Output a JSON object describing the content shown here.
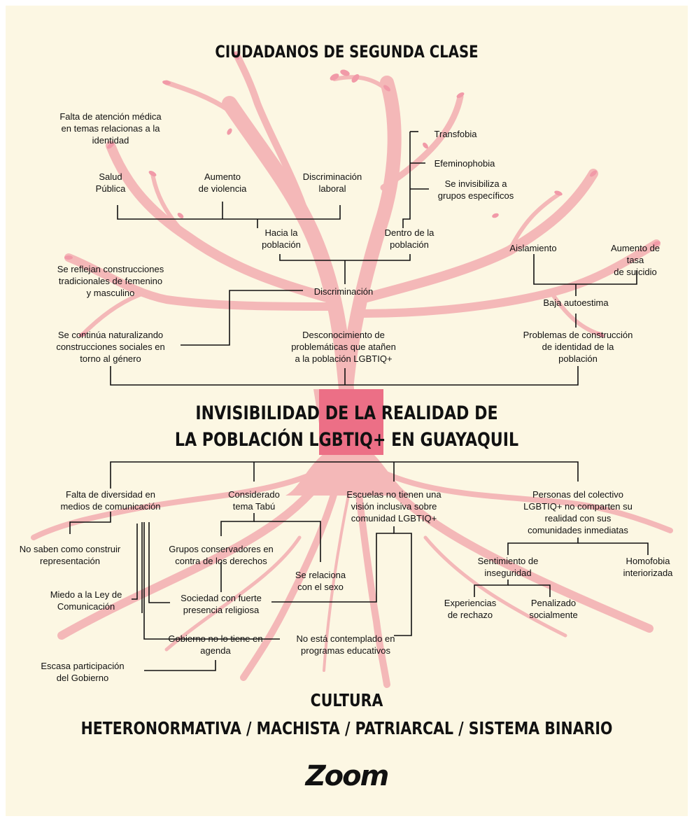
{
  "titles": {
    "top": "CIUDADANOS DE SEGUNDA CLASE",
    "middle_line1": "INVISIBILIDAD DE LA REALIDAD DE",
    "middle_line2": "LA POBLACIÓN LGBTIQ+ EN GUAYAQUIL",
    "bottom_line1": "CULTURA",
    "bottom_line2": "HETERONORMATIVA / MACHISTA / PATRIARCAL / SISTEMA BINARIO"
  },
  "logo": "Zoom",
  "colors": {
    "background": "#fcf7e3",
    "branch": "#f4b8b8",
    "trunk_core": "#ec6f86",
    "leaf": "#f19aa8",
    "line": "#111111"
  },
  "effects": {
    "falta_atencion": "Falta de atención médica\nen temas relacionas a la\nidentidad",
    "salud_publica": "Salud\nPública",
    "aumento_violencia": "Aumento\nde violencia",
    "discriminacion_laboral": "Discriminación\nlaboral",
    "transfobia": "Transfobia",
    "efeminophobia": "Efeminophobia",
    "se_invisibiliza": "Se invisibiliza a\ngrupos específicos",
    "hacia_poblacion": "Hacia la\npoblación",
    "dentro_poblacion": "Dentro de la\npoblación",
    "aislamiento": "Aislamiento",
    "aumento_suicidio": "Aumento de tasa\nde suicidio",
    "se_reflejan": "Se reflejan construcciones\ntradicionales de femenino\ny masculino",
    "discriminacion": "Discriminación",
    "baja_autoestima": "Baja autoestima",
    "se_continua": "Se continúa naturalizando\nconstrucciones sociales en\ntorno al género",
    "desconocimiento": "Desconocimiento de\nproblemáticas que atañen\na la población LGBTIQ+",
    "problemas_construccion": "Problemas de construcción\nde identidad de la\npoblación"
  },
  "causes": {
    "falta_diversidad": "Falta de diversidad en\nmedios de comunicación",
    "considerado_tabu": "Considerado\ntema Tabú",
    "escuelas": "Escuelas no tienen una\nvisión inclusiva sobre\ncomunidad LGBTIQ+",
    "personas_colectivo": "Personas del colectivo\nLGBTIQ+ no comparten su\nrealidad con sus\ncomunidades inmediatas",
    "no_saben": "No saben como construir\nrepresentación",
    "grupos_conservadores": "Grupos conservadores en\ncontra de los derechos",
    "se_relaciona": "Se relaciona\ncon el sexo",
    "sentimiento_inseguridad": "Sentimiento de\ninseguridad",
    "homofobia": "Homofobia\ninteriorizada",
    "miedo_ley": "Miedo a la Ley de\nComunicación",
    "sociedad_religiosa": "Sociedad con fuerte\npresencia religiosa",
    "experiencias_rechazo": "Experiencias\nde rechazo",
    "penalizado": "Penalizado\nsocialmente",
    "gobierno_agenda": "Gobierno no lo tiene en\nagenda",
    "no_contemplado": "No está contemplado en\nprogramas educativos",
    "escasa_participacion": "Escasa participación\ndel Gobierno"
  }
}
